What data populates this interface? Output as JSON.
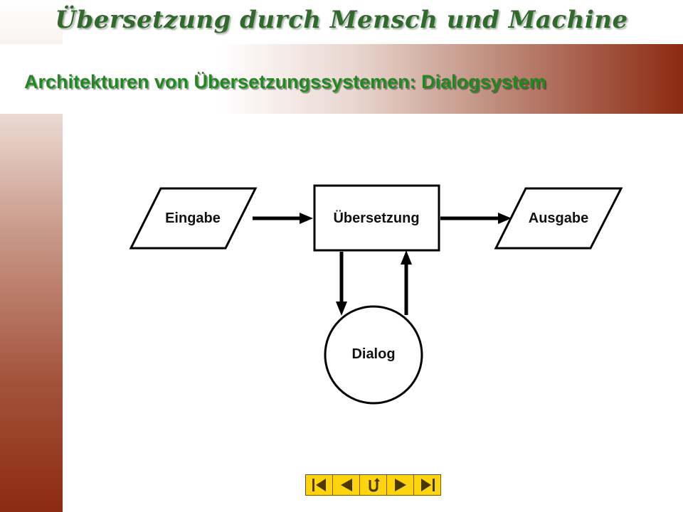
{
  "header": {
    "main_title": "Übersetzung durch Mensch und Machine",
    "subtitle": "Architekturen von Übersetzungssystemen: Dialogsystem"
  },
  "diagram": {
    "nodes": {
      "input": "Eingabe",
      "translation": "Übersetzung",
      "output": "Ausgabe",
      "dialog": "Dialog"
    }
  },
  "navigation": {
    "buttons": [
      "first-icon",
      "previous-icon",
      "return-icon",
      "next-icon",
      "last-icon"
    ]
  },
  "colors": {
    "title_green": "#2f6b2a",
    "subtitle_green": "#1f8a1f",
    "accent_brown": "#8c2a12",
    "nav_yellow": "#ffd40f"
  }
}
